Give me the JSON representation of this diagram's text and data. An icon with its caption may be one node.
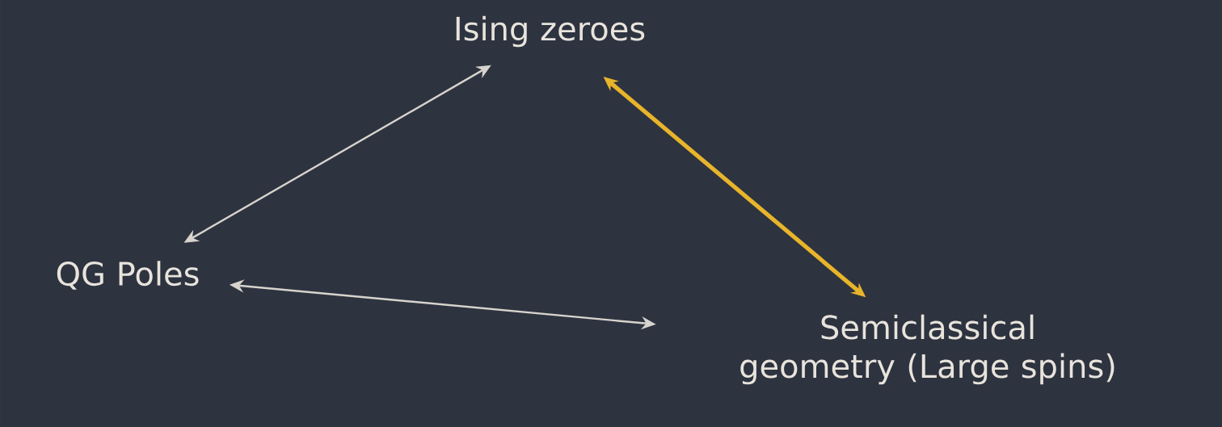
{
  "diagram": {
    "nodes": [
      {
        "text": [
          "Ising zeroes"
        ]
      },
      {
        "text": [
          "QG Poles"
        ]
      },
      {
        "text": [
          "Semiclassical geometry (Large spins)"
        ]
      }
    ],
    "edges": [
      {
        "from": 0,
        "to": 1,
        "arrow": "both"
      },
      {
        "from": 1,
        "to": 2,
        "arrow": "both"
      },
      {
        "from": 0,
        "to": 2,
        "arrow": "both",
        "style": "thick",
        "color": "#e8b52a"
      }
    ]
  }
}
